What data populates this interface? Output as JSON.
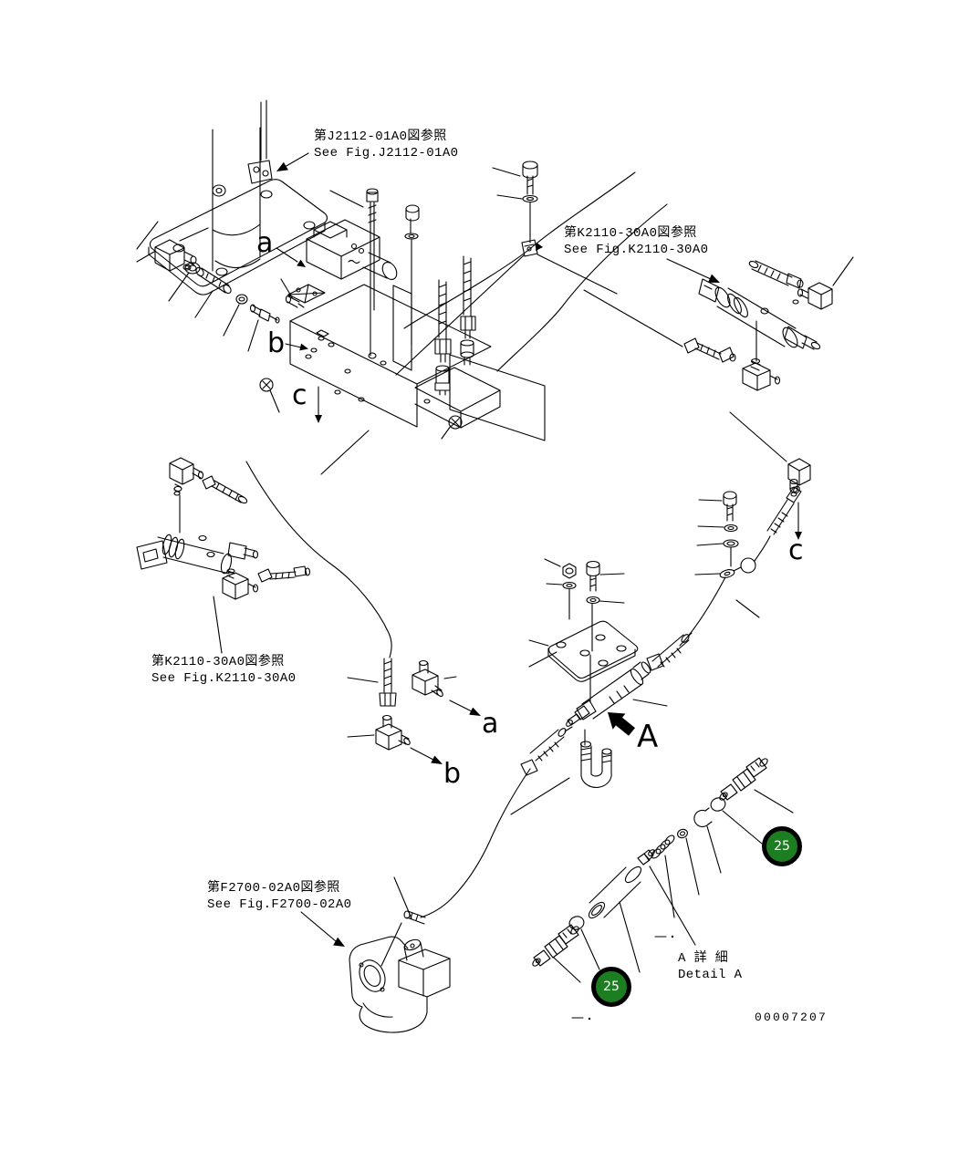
{
  "page": {
    "background": "#ffffff",
    "line_color": "#000000"
  },
  "labels": {
    "ref_j2112": {
      "jp": "第J2112-01A0図参照",
      "en": "See Fig.J2112-01A0"
    },
    "ref_k2110_top": {
      "jp": "第K2110-30A0図参照",
      "en": "See Fig.K2110-30A0"
    },
    "ref_k2110_left": {
      "jp": "第K2110-30A0図参照",
      "en": "See Fig.K2110-30A0"
    },
    "ref_f2700": {
      "jp": "第F2700-02A0図参照",
      "en": "See Fig.F2700-02A0"
    },
    "detail_a": {
      "jp": "A 詳 細",
      "en": "Detail A"
    },
    "doc_number": "00007207"
  },
  "markers": {
    "a": "a",
    "b": "b",
    "c": "c",
    "detail": "A"
  },
  "callouts": [
    {
      "label": "25",
      "color": "#1c7d21"
    },
    {
      "label": "25",
      "color": "#1c7d21"
    }
  ]
}
